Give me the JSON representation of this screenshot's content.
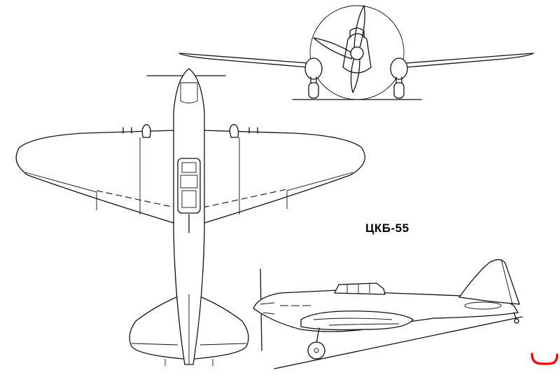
{
  "caption": "ЦКБ-55",
  "colors": {
    "line": "#111111",
    "background": "#ffffff",
    "corner_mark": "#ff0000"
  },
  "views": [
    "front-view",
    "top-view",
    "side-view"
  ]
}
